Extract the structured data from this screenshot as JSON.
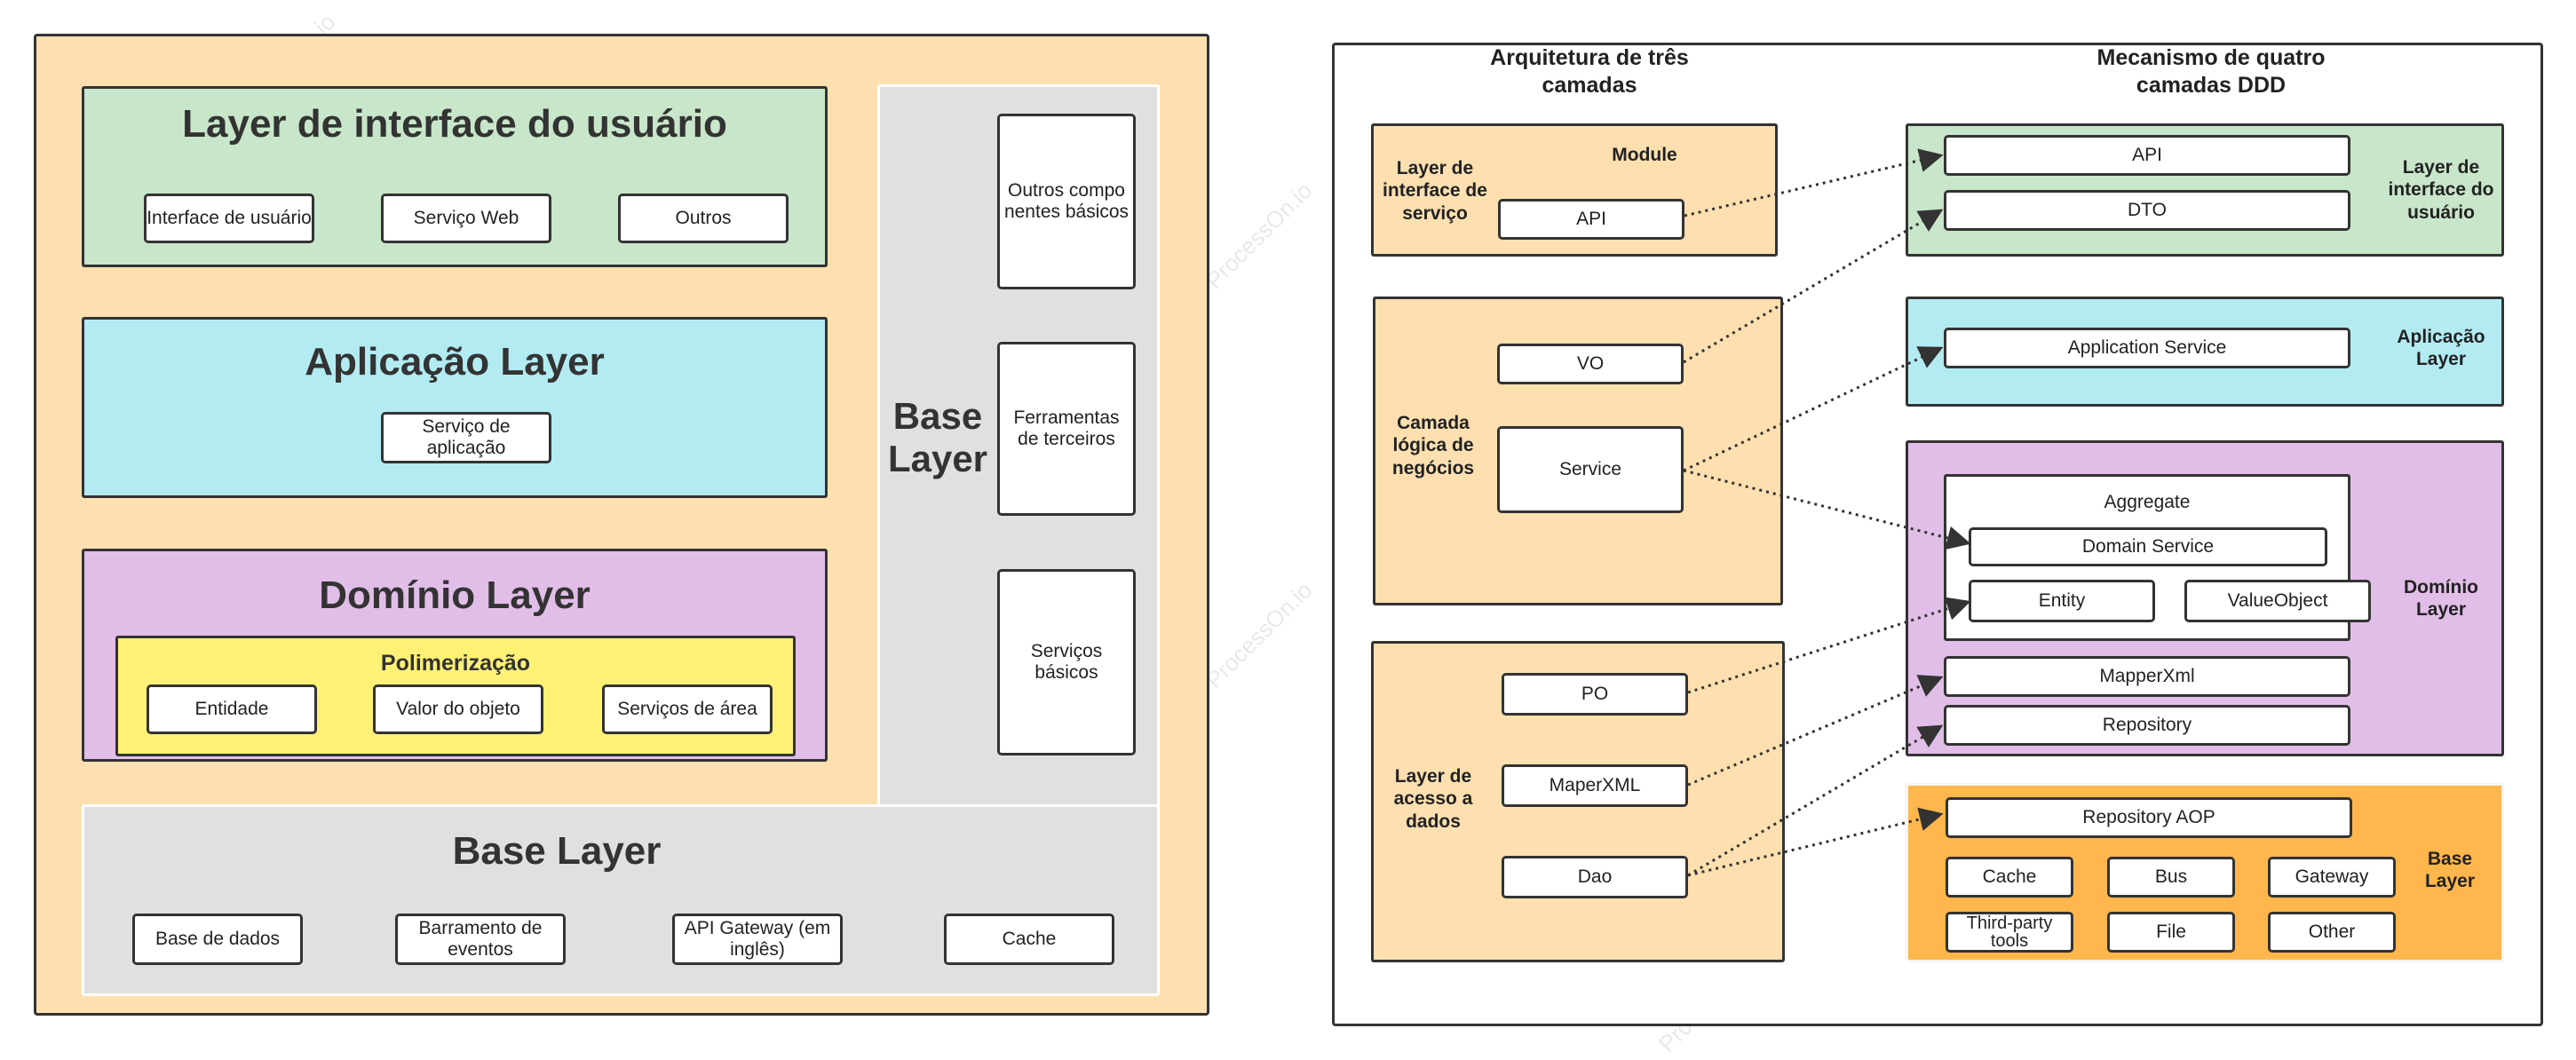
{
  "left": {
    "ui_layer": {
      "title": "Layer de interface do usuário",
      "items": [
        "Interface de usuário",
        "Serviço Web",
        "Outros"
      ]
    },
    "app_layer": {
      "title": "Aplicação Layer",
      "items": [
        "Serviço de aplicação"
      ]
    },
    "domain_layer": {
      "title": "Domínio Layer",
      "aggregate_title": "Polimerização",
      "items": [
        "Entidade",
        "Valor do objeto",
        "Serviços de área"
      ]
    },
    "base_layer_right": {
      "title": "Base Layer",
      "items": [
        "Outros componentes básicos",
        "Ferramentas de terceiros",
        "Serviços básicos"
      ]
    },
    "base_layer_bottom": {
      "title": "Base Layer",
      "items": [
        "Base de dados",
        "Barramento de eventos",
        "API Gateway (em inglês)",
        "Cache"
      ]
    }
  },
  "right": {
    "col1_header": "Arquitetura de três camadas",
    "col2_header": "Mecanismo de quatro camadas DDD",
    "service_interface": {
      "label": "Layer de interface de serviço",
      "module": "Module",
      "api": "API"
    },
    "business_logic": {
      "label": "Camada lógica de negócios",
      "vo": "VO",
      "service": "Service"
    },
    "data_access": {
      "label": "Layer de acesso a dados",
      "po": "PO",
      "mapper": "MaperXML",
      "dao": "Dao"
    },
    "ddd_ui": {
      "label": "Layer de interface do usuário",
      "api": "API",
      "dto": "DTO"
    },
    "ddd_app": {
      "label": "Aplicação Layer",
      "app_service": "Application Service"
    },
    "ddd_domain": {
      "label": "Domínio Layer",
      "aggregate": "Aggregate",
      "domain_service": "Domain Service",
      "entity": "Entity",
      "value_object": "ValueObject",
      "mapperxml": "MapperXml",
      "repository": "Repository"
    },
    "ddd_base": {
      "label": "Base Layer",
      "repo_aop": "Repository AOP",
      "items": [
        "Cache",
        "Bus",
        "Gateway",
        "Third-party tools",
        "File",
        "Other"
      ]
    }
  },
  "watermark": "ProcessOn.io",
  "colors": {
    "peach": "#fddfb0",
    "green": "#c8e6c9",
    "cyan": "#b3ebf2",
    "purple": "#e1bee7",
    "yellow": "#fff176",
    "gray": "#e0e0e0",
    "orange": "#ffb74d"
  }
}
